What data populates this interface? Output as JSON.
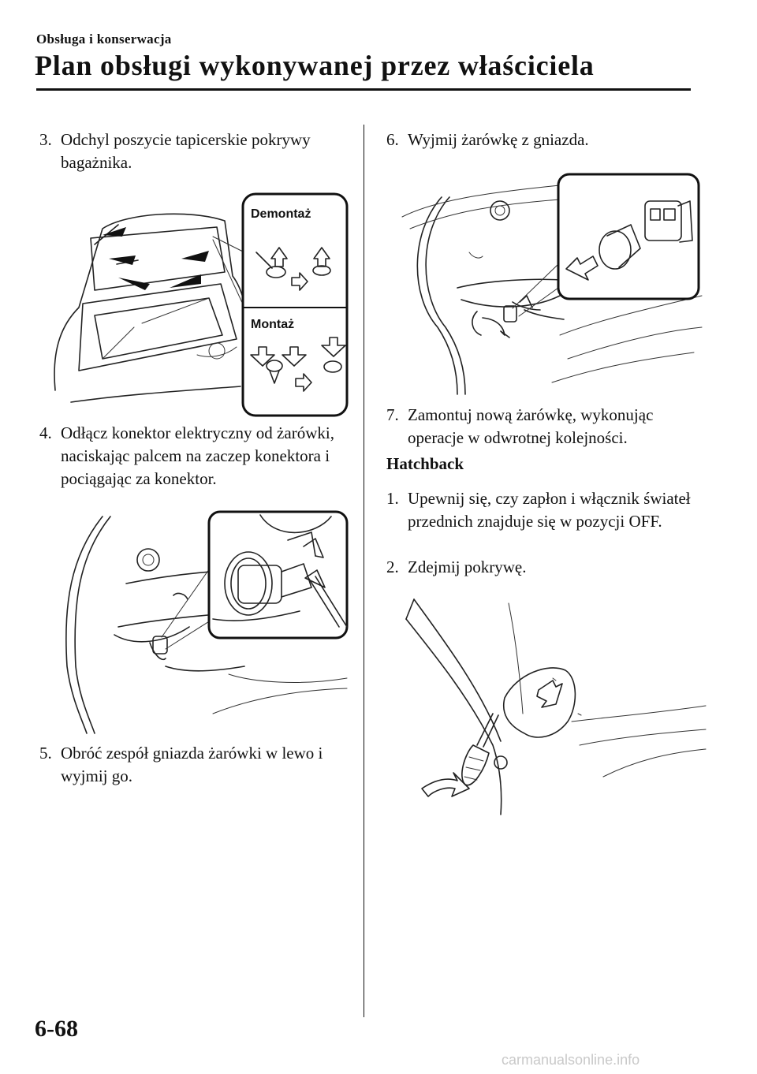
{
  "header": {
    "section": "Obsługa i konserwacja",
    "title": "Plan obsługi wykonywanej przez właściciela"
  },
  "left_column": {
    "steps": [
      {
        "number": "3.",
        "text": "Odchyl poszycie tapicerskie pokrywy bagażnika."
      },
      {
        "number": "4.",
        "text": "Odłącz konektor elektryczny od żarówki, naciskając palcem na zaczep konektora i pociągając za konektor."
      },
      {
        "number": "5.",
        "text": "Obróć zespół gniazda żarówki w lewo i wyjmij go."
      }
    ],
    "figure_labels": {
      "removal": "Demontaż",
      "installation": "Montaż"
    }
  },
  "right_column": {
    "steps": [
      {
        "number": "6.",
        "text": "Wyjmij żarówkę z gniazda."
      },
      {
        "number": "7.",
        "text": "Zamontuj nową żarówkę, wykonując operacje w odwrotnej kolejności."
      }
    ],
    "subheading": "Hatchback",
    "hatchback_steps": [
      {
        "number": "1.",
        "text": "Upewnij się, czy zapłon i włącznik świateł przednich znajduje się w pozycji OFF."
      },
      {
        "number": "2.",
        "text": "Zdejmij pokrywę."
      }
    ]
  },
  "footer": {
    "page_number": "6-68",
    "watermark": "carmanualsonline.info"
  }
}
